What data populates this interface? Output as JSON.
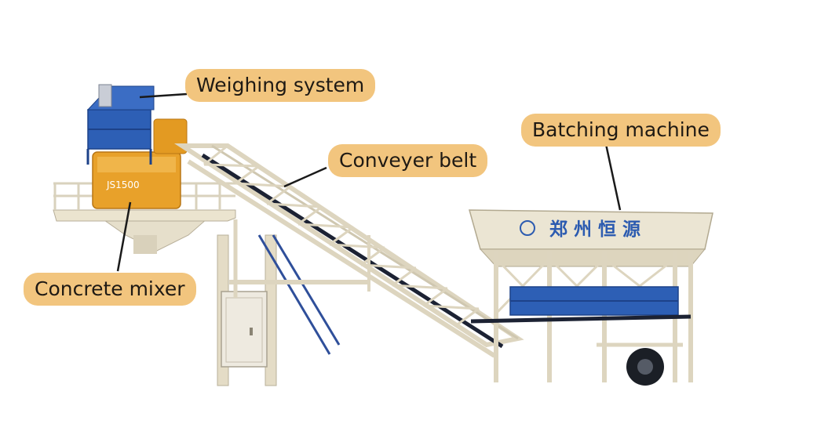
{
  "labels": {
    "weighing_system": "Weighing system",
    "batching_machine": "Batching machine",
    "conveyer_belt": "Conveyer belt",
    "concrete_mixer": "Concrete mixer"
  },
  "equipment_markings": {
    "mixer_model": "JS1500",
    "batcher_sign": "郑 州 恒 源"
  },
  "colors": {
    "label_background": "#f2c57e",
    "frame_cream": "#ece5d2",
    "mixer_orange": "#e8a12a",
    "hopper_blue": "#2d5fb5"
  }
}
